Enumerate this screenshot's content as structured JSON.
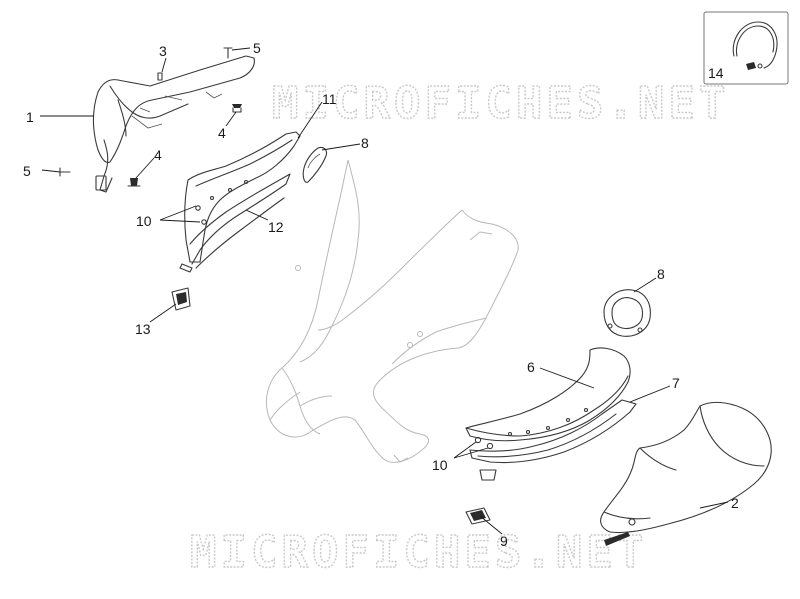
{
  "watermarks": [
    "MICROFICHES.NET",
    "MICROFICHES.NET"
  ],
  "callouts": [
    {
      "id": "c1",
      "label": "1"
    },
    {
      "id": "c2",
      "label": "2"
    },
    {
      "id": "c3",
      "label": "3"
    },
    {
      "id": "c4a",
      "label": "4"
    },
    {
      "id": "c4b",
      "label": "4"
    },
    {
      "id": "c5a",
      "label": "5"
    },
    {
      "id": "c5b",
      "label": "5"
    },
    {
      "id": "c6",
      "label": "6"
    },
    {
      "id": "c7",
      "label": "7"
    },
    {
      "id": "c8a",
      "label": "8"
    },
    {
      "id": "c8b",
      "label": "8"
    },
    {
      "id": "c9",
      "label": "9"
    },
    {
      "id": "c10a",
      "label": "10"
    },
    {
      "id": "c10b",
      "label": "10"
    },
    {
      "id": "c11",
      "label": "11"
    },
    {
      "id": "c12",
      "label": "12"
    },
    {
      "id": "c13",
      "label": "13"
    },
    {
      "id": "c14",
      "label": "14"
    }
  ]
}
